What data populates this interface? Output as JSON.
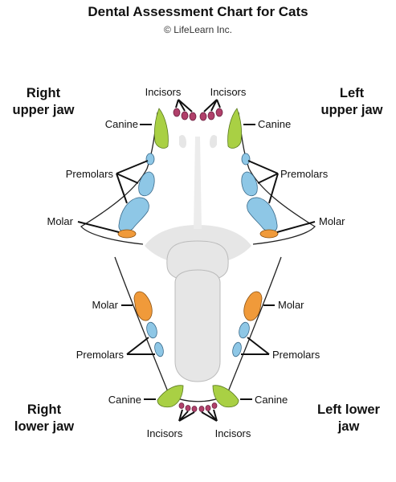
{
  "title": "Dental Assessment Chart for Cats",
  "copyright": "© LifeLearn Inc.",
  "regions": {
    "right_upper": [
      "Right",
      "upper jaw"
    ],
    "left_upper": [
      "Left",
      "upper jaw"
    ],
    "right_lower": [
      "Right",
      "lower jaw"
    ],
    "left_lower": [
      "Left lower",
      "jaw"
    ]
  },
  "labels": {
    "incisors": "Incisors",
    "canine": "Canine",
    "premolars": "Premolars",
    "molar": "Molar"
  },
  "colors": {
    "incisor": "#b0406a",
    "canine": "#a9d044",
    "premolar": "#8ec7e6",
    "molar": "#f09a3a",
    "outline": "#222222",
    "palate": "#e6e6e6"
  }
}
